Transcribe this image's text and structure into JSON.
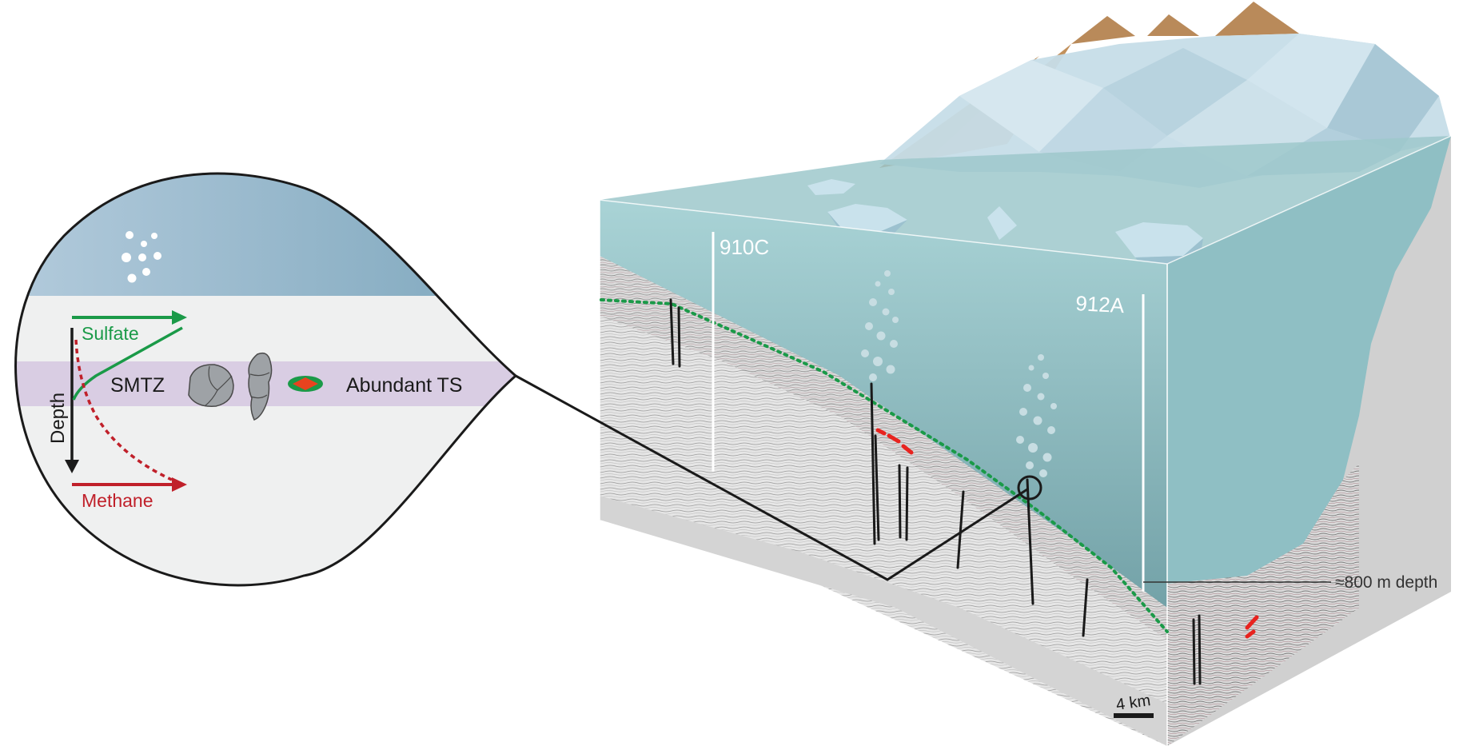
{
  "inset": {
    "sulfate_label": "Sulfate",
    "methane_label": "Methane",
    "depth_label": "Depth",
    "smtz_label": "SMTZ",
    "ts_label": "Abundant TS"
  },
  "block": {
    "site_910c": "910C",
    "site_912a": "912A",
    "depth_annotation": "≈800 m depth",
    "scale_bar": "4 km"
  },
  "colors": {
    "water_column": "#8fbfc4",
    "inset_water": "#8fb3c9",
    "smtz_band": "#d9cde3",
    "sediment": "#eeefef",
    "sulfate": "#1a9a48",
    "methane": "#c0202a",
    "ice": "#c9e2ec",
    "rock": "#b98a5a",
    "block_side": "#d2d2d2"
  }
}
